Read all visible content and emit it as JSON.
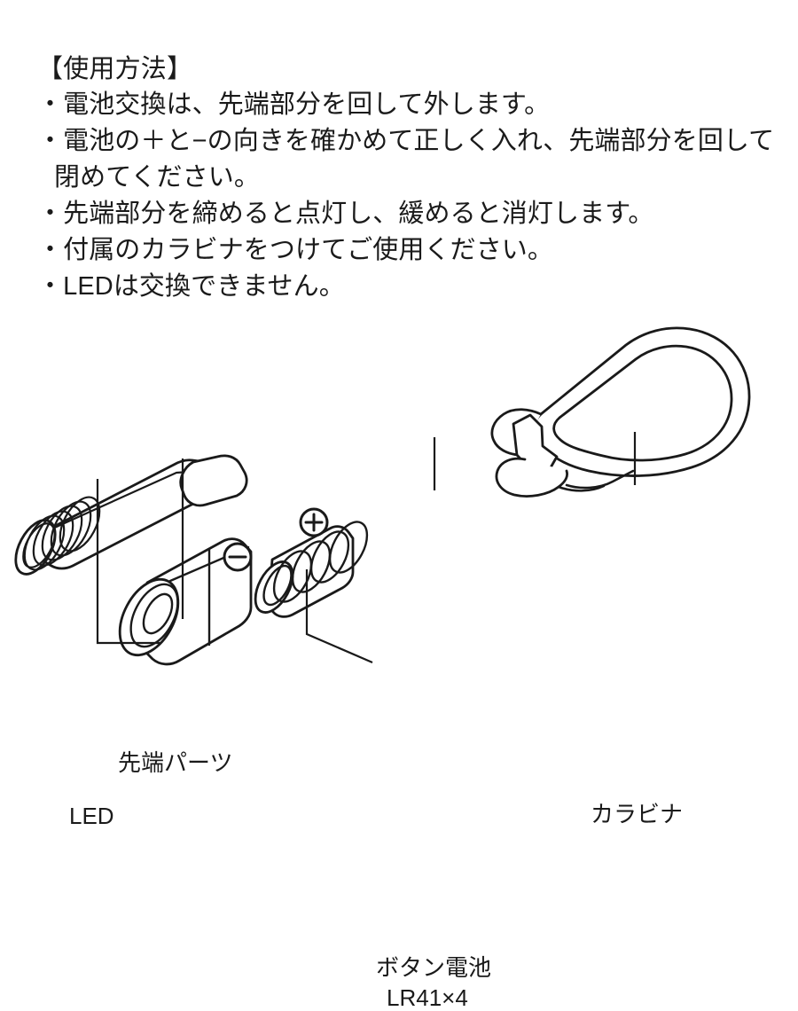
{
  "page": {
    "background": "#ffffff",
    "ink": "#1a1a1a"
  },
  "instructions": {
    "heading": "【使用方法】",
    "lines": [
      "・電池交換は、先端部分を回して外します。",
      "・電池の＋と−の向きを確かめて正しく入れ、先端部分を回して",
      "閉めてください。",
      "・先端部分を締めると点灯し、緩めると消灯します。",
      "・付属のカラビナをつけてご使用ください。",
      "・LEDは交換できません。"
    ]
  },
  "diagram": {
    "labels": {
      "tip_parts": "先端パーツ",
      "led": "LED",
      "carabiner": "カラビナ",
      "battery": "ボタン電池",
      "battery_spec": "LR41×4"
    },
    "polarity": {
      "minus": "−",
      "plus": "＋"
    },
    "parts": [
      "led-cap",
      "button-battery-stack",
      "barrel-body",
      "threaded-section",
      "carabiner-clip"
    ]
  }
}
